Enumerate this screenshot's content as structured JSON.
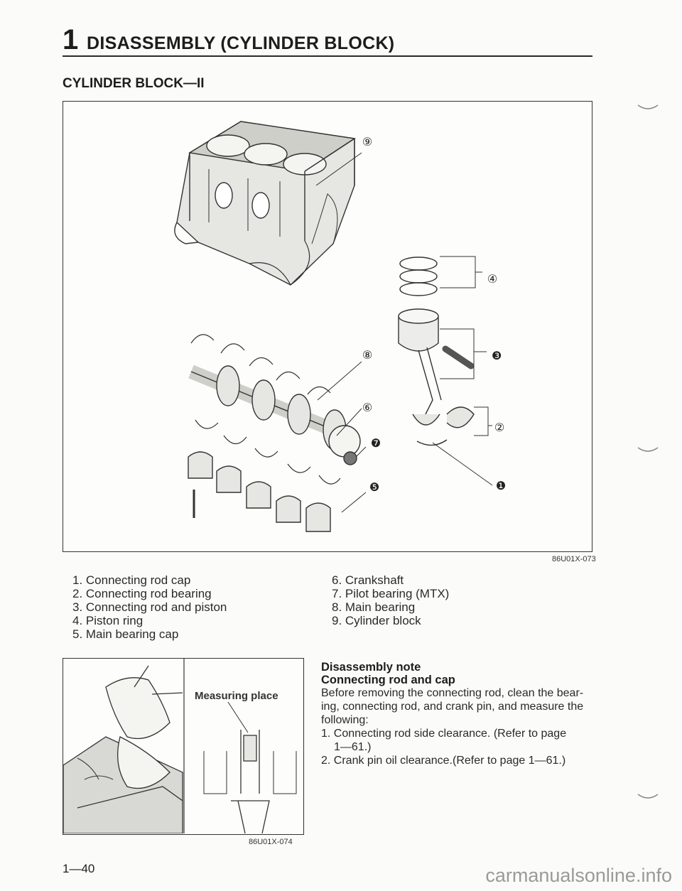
{
  "header": {
    "chapter_number": "1",
    "title": "DISASSEMBLY (CYLINDER BLOCK)"
  },
  "section_title": "CYLINDER BLOCK—II",
  "figure1": {
    "code": "86U01X-073",
    "callouts": {
      "c9": "⑨",
      "c4": "④",
      "c3": "❸",
      "c8": "⑧",
      "c6": "⑥",
      "c7": "❼",
      "c2": "②",
      "c5": "❺",
      "c1": "❶"
    }
  },
  "parts_list": {
    "col1": [
      "1. Connecting rod cap",
      "2. Connecting rod bearing",
      "3. Connecting rod and piston",
      "4. Piston ring",
      "5. Main bearing cap"
    ],
    "col2": [
      "6. Crankshaft",
      "7. Pilot bearing (MTX)",
      "8. Main bearing",
      "9. Cylinder block"
    ]
  },
  "figure2": {
    "label": "Measuring place",
    "code": "86U01X-074"
  },
  "note": {
    "heading1": "Disassembly note",
    "heading2": "Connecting rod and cap",
    "para_line1": "Before removing the connecting rod, clean the bear-",
    "para_line2": "ing, connecting rod, and crank pin, and measure the",
    "para_line3": "following:",
    "item1_line1": "1. Connecting rod side clearance. (Refer to page",
    "item1_line2": "1—61.)",
    "item2": "2. Crank pin oil clearance.(Refer to page 1—61.)"
  },
  "page_number": "1—40",
  "watermark": "carmanualsonline.info"
}
